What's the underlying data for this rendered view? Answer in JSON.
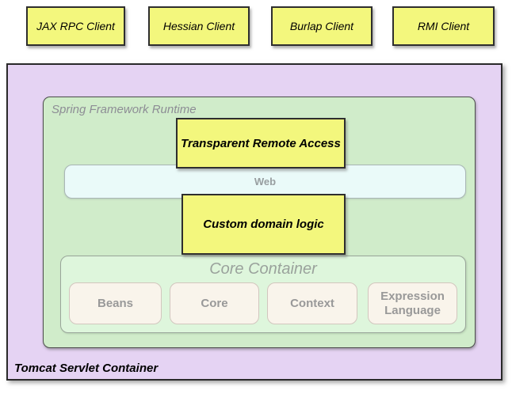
{
  "clients": [
    {
      "label": "JAX RPC Client"
    },
    {
      "label": "Hessian Client"
    },
    {
      "label": "Burlap Client"
    },
    {
      "label": "RMI Client"
    }
  ],
  "tomcat_container": {
    "label": "Tomcat Servlet Container"
  },
  "spring_runtime": {
    "label": "Spring Framework Runtime"
  },
  "layers": {
    "transparent_remote_access": "Transparent Remote Access",
    "web": "Web",
    "custom_domain_logic": "Custom domain logic"
  },
  "core_container": {
    "label": "Core Container",
    "modules": [
      "Beans",
      "Core",
      "Context",
      "Expression Language"
    ]
  },
  "colors": {
    "client_fill": "#f3f77d",
    "tomcat_fill": "#e5d3f3",
    "runtime_fill": "#d0ecca",
    "core_container_fill": "#def6dc",
    "web_fill": "#eafaf9",
    "module_fill": "#f9f4eb",
    "box_border": "#2e2e2e",
    "muted_text": "#999999"
  }
}
